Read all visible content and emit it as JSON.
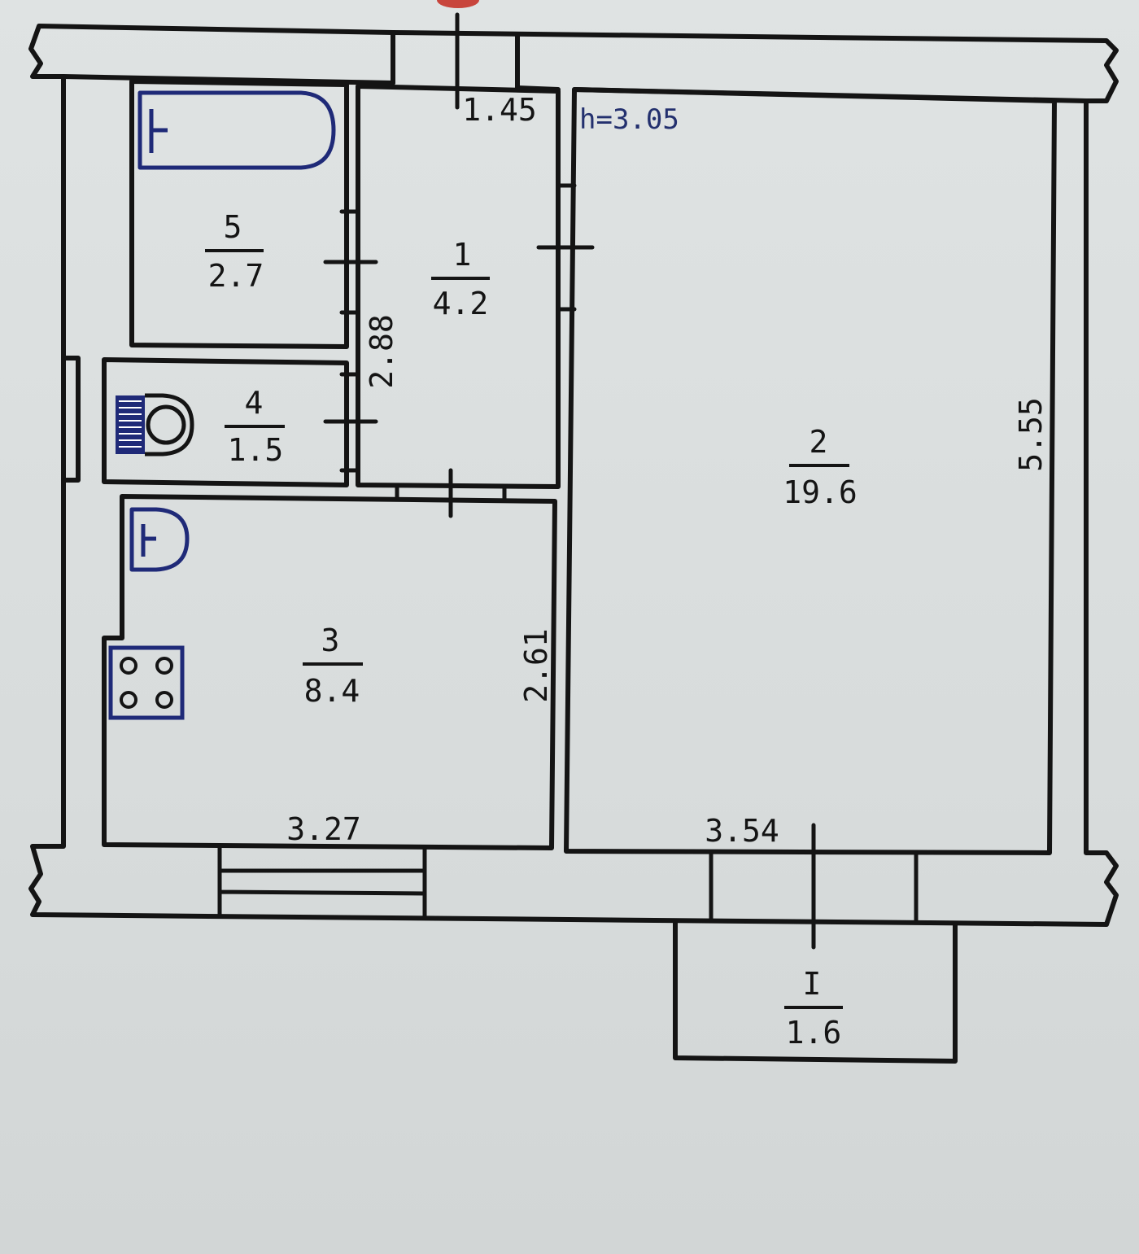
{
  "ceiling_height": "h=3.05",
  "rooms": [
    {
      "id": "room-1",
      "number": "1",
      "area": "4.2"
    },
    {
      "id": "room-2",
      "number": "2",
      "area": "19.6"
    },
    {
      "id": "room-3",
      "number": "3",
      "area": "8.4"
    },
    {
      "id": "room-4",
      "number": "4",
      "area": "1.5"
    },
    {
      "id": "room-5",
      "number": "5",
      "area": "2.7"
    },
    {
      "id": "balcony",
      "number": "I",
      "area": "1.6"
    }
  ],
  "dimensions": {
    "entry_width": "1.45",
    "hall_length": "2.88",
    "kitchen_depth": "2.61",
    "kitchen_width": "3.27",
    "living_width": "3.54",
    "living_length": "5.55"
  },
  "colors": {
    "line": "#141414",
    "fixtures": "#1f2a78",
    "note": "#23306e",
    "marker": "#c8453c"
  }
}
